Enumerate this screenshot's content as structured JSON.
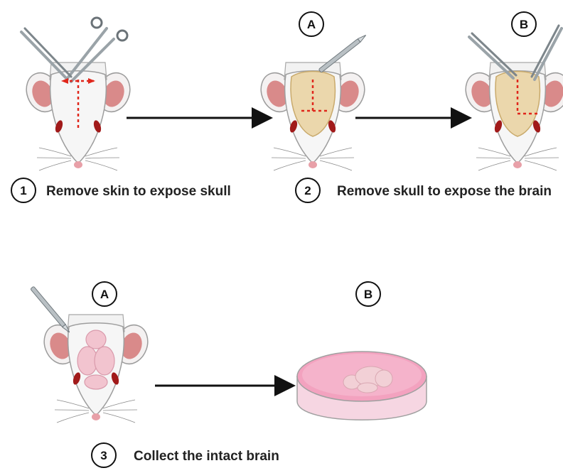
{
  "steps": [
    {
      "number": "1",
      "text": "Remove skin to expose skull"
    },
    {
      "number": "2",
      "text": "Remove skull to expose the brain"
    },
    {
      "number": "3",
      "text": "Collect the intact brain"
    }
  ],
  "substeps": {
    "step2_a": "A",
    "step2_b": "B",
    "step3_a": "A",
    "step3_b": "B"
  },
  "colors": {
    "incision": "#e0261b",
    "skull": "#e9cf9a",
    "brain": "#f2c4cf",
    "dish_liquid": "#f3a2bf",
    "arrow": "#111111",
    "tool": "#9aa3a8"
  }
}
